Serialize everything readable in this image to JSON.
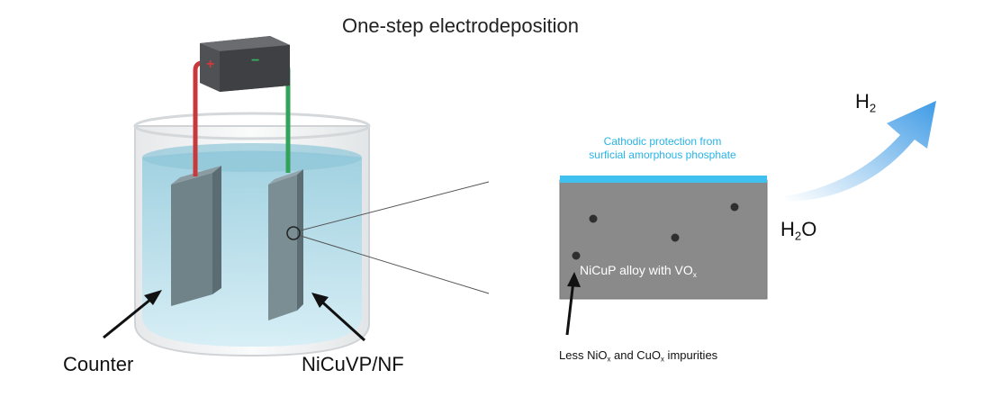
{
  "title": "One-step electrodeposition",
  "labels": {
    "counter": "Counter",
    "working_electrode": "NiCuVP/NF",
    "protection_line1": "Cathodic protection from",
    "protection_line2": "surficial amorphous phosphate",
    "alloy_main": "NiCuP alloy with VO",
    "alloy_sub": "x",
    "impurity_a": "Less NiO",
    "impurity_a_sub": "x",
    "impurity_mid": " and CuO",
    "impurity_b_sub": "x",
    "impurity_end": " impurities",
    "h2_main": "H",
    "h2_sub": "2",
    "h2o_main": "H",
    "h2o_sub": "2",
    "h2o_end": "O",
    "plus_sign": "+",
    "minus_sign": "−"
  },
  "colors": {
    "power_box": "#4f5154",
    "positive_wire": "#c8393b",
    "negative_wire": "#33a35a",
    "electrolyte": "#a9d5e3",
    "electrode": "#75898f",
    "alloy_block": "#8a8a8a",
    "phosphate_layer": "#3fc0ee",
    "h2_arrow": "#4da6e8"
  }
}
